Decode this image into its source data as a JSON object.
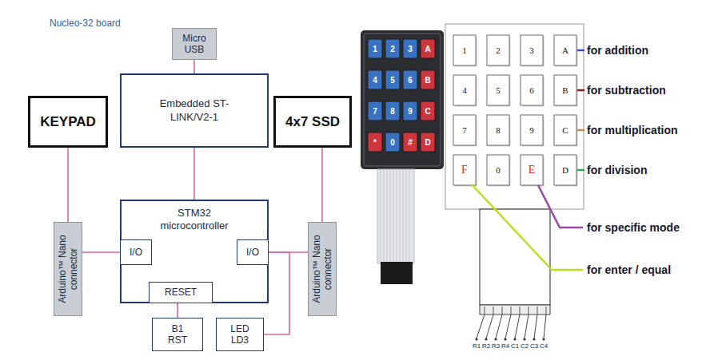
{
  "diagram": {
    "title": "Nucleo-32 board",
    "nodes": [
      {
        "text": [
          "Micro USB"
        ]
      },
      {
        "text": [
          "Embedded ST-LINK/V2-1"
        ]
      },
      {
        "text": [
          "KEYPAD"
        ]
      },
      {
        "text": [
          "4x7 SSD"
        ]
      },
      {
        "text": [
          "Arduino™ Nano connector"
        ]
      },
      {
        "text": [
          "STM32 microcontroller"
        ]
      },
      {
        "text": [
          "I/O"
        ],
        "in": 5
      },
      {
        "text": [
          "I/O"
        ],
        "in": 5
      },
      {
        "text": [
          "RESET"
        ],
        "in": 5
      },
      {
        "text": [
          "Arduino™ Nano connector"
        ]
      },
      {
        "text": [
          "B1 RST"
        ]
      },
      {
        "text": [
          "LED LD3"
        ]
      }
    ],
    "edges": [
      {
        "from": 0,
        "to": 1,
        "arrow": "none"
      },
      {
        "from": 2,
        "to": 4,
        "arrow": "none"
      },
      {
        "from": 3,
        "to": 9,
        "arrow": "none"
      },
      {
        "from": 1,
        "to": 5,
        "arrow": "none"
      },
      {
        "from": 4,
        "to": 6,
        "arrow": "none"
      },
      {
        "from": 7,
        "to": 9,
        "arrow": "none"
      },
      {
        "from": 8,
        "to": 10,
        "arrow": "none"
      },
      {
        "from": 7,
        "to": 11,
        "arrow": "none"
      }
    ],
    "labels": [
      "1",
      "2",
      "3",
      "A",
      "4",
      "5",
      "6",
      "B",
      "7",
      "8",
      "9",
      "C",
      "*",
      "0",
      "#",
      "D",
      "1",
      "2",
      "3",
      "A",
      "4",
      "5",
      "6",
      "B",
      "7",
      "8",
      "9",
      "C",
      "F",
      "0",
      "E",
      "D",
      "for addition",
      "for subtraction",
      "for multiplication",
      "for division",
      "for specific mode",
      "for enter / equal",
      "R1",
      "R2",
      "R3",
      "R4",
      "C1",
      "C2",
      "C3",
      "C4"
    ]
  }
}
